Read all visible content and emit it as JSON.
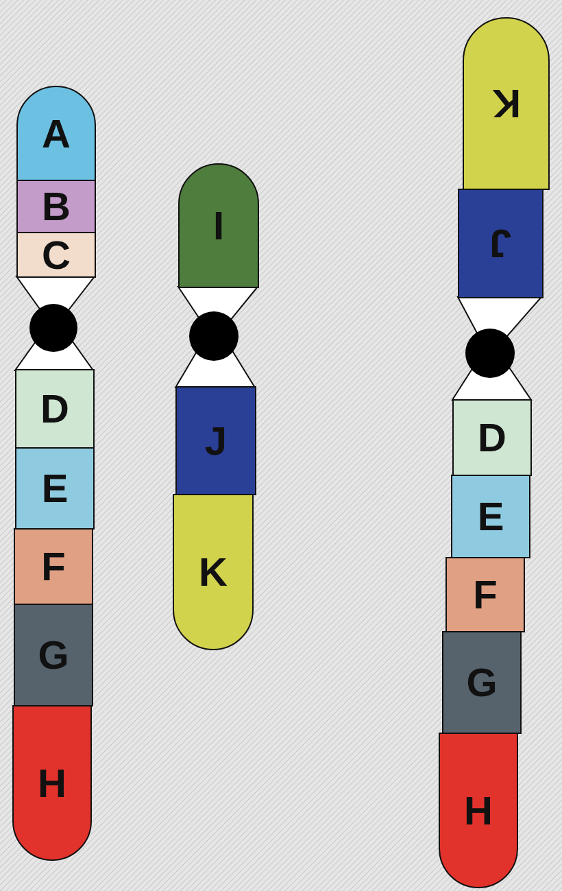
{
  "diagram": {
    "nodes": [
      {
        "text": [
          "A"
        ]
      },
      {
        "text": [
          "B"
        ]
      },
      {
        "text": [
          "C"
        ]
      },
      {
        "text": [
          "D"
        ]
      },
      {
        "text": [
          "E"
        ]
      },
      {
        "text": [
          "F"
        ]
      },
      {
        "text": [
          "G"
        ]
      },
      {
        "text": [
          "H"
        ]
      },
      {
        "text": [
          "I"
        ]
      },
      {
        "text": [
          "J"
        ]
      },
      {
        "text": [
          "K"
        ]
      },
      {
        "text": [
          "K"
        ]
      },
      {
        "text": [
          "J"
        ]
      },
      {
        "text": [
          "D"
        ]
      },
      {
        "text": [
          "E"
        ]
      },
      {
        "text": [
          "F"
        ]
      },
      {
        "text": [
          "G"
        ]
      },
      {
        "text": [
          "H"
        ]
      }
    ]
  }
}
